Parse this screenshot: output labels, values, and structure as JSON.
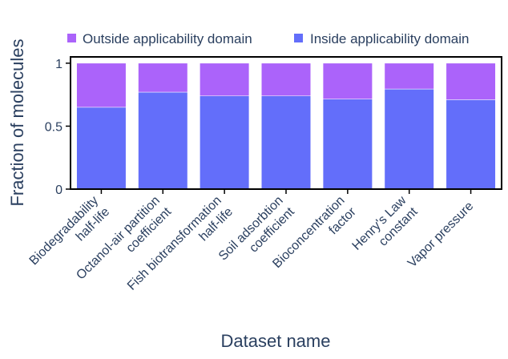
{
  "chart_data": {
    "type": "bar",
    "stacked": true,
    "categories": [
      [
        "Biodegradability",
        "half-life"
      ],
      [
        "Octanol-air partition",
        "coefficient"
      ],
      [
        "Fish biotransformation",
        "half-life"
      ],
      [
        "Soil adsorbtion",
        "coefficient"
      ],
      [
        "Bioconcentration",
        "factor"
      ],
      [
        "Henry's Law",
        "constant"
      ],
      [
        "Vapor pressure"
      ]
    ],
    "series": [
      {
        "name": "Inside applicability domain",
        "color": "#636efa",
        "values": [
          0.65,
          0.77,
          0.74,
          0.74,
          0.715,
          0.795,
          0.71
        ]
      },
      {
        "name": "Outside applicability domain",
        "color": "#ab63fa",
        "values": [
          0.35,
          0.23,
          0.26,
          0.26,
          0.285,
          0.205,
          0.29
        ]
      }
    ],
    "legend_order": [
      1,
      0
    ],
    "legend_placement": "top",
    "xlabel": "Dataset name",
    "ylabel": "Fraction of molecules",
    "ylim": [
      0,
      1.05
    ],
    "yticks": [
      0,
      0.5,
      1
    ],
    "ytick_labels": [
      "0",
      "0.5",
      "1"
    ],
    "grid": false
  }
}
